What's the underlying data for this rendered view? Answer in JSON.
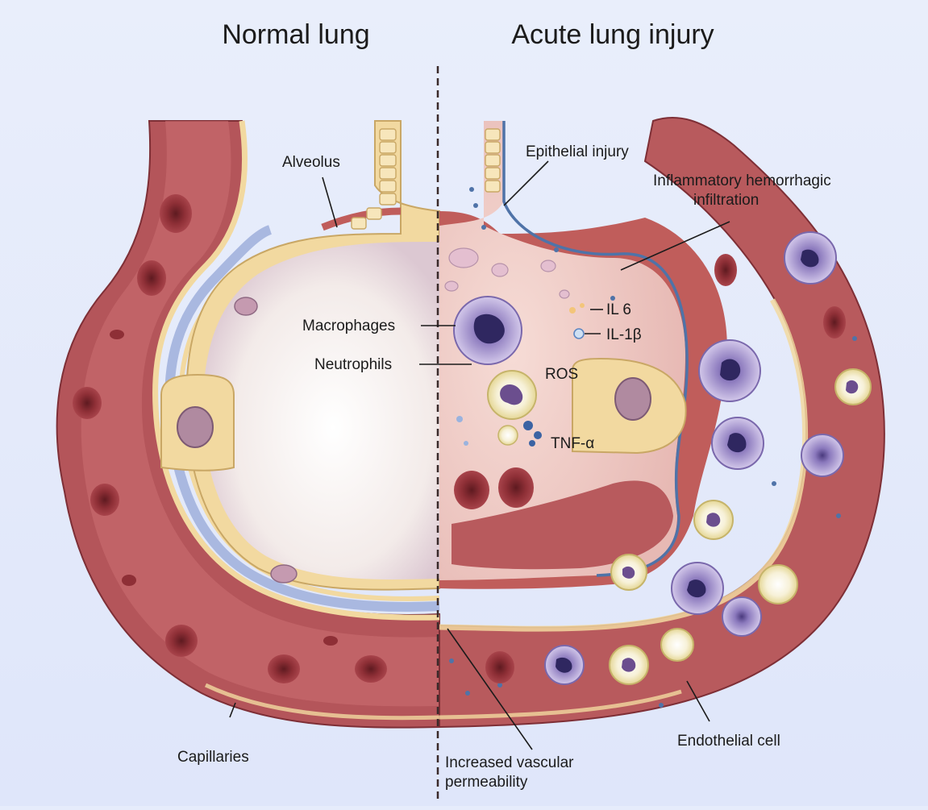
{
  "titles": {
    "left": "Normal lung",
    "right": "Acute lung injury"
  },
  "labels": {
    "alveolus": "Alveolus",
    "capillaries": "Capillaries",
    "macrophages": "Macrophages",
    "neutrophils": "Neutrophils",
    "epithelial_injury": "Epithelial injury",
    "inflammatory_line1": "Inflammatory hemorrhagic",
    "inflammatory_line2": "infiltration",
    "il6": "IL 6",
    "il1b": "IL-1β",
    "ros": "ROS",
    "tnfa": "TNF-α",
    "endothelial_cell": "Endothelial cell",
    "vascular_line1": "Increased vascular",
    "vascular_line2": "permeability"
  },
  "colors": {
    "background": "#e6ecfb",
    "vessel_wall": "#b4555a",
    "vessel_inner": "#c96d70",
    "epithelium": "#f2d9a0",
    "basement_membrane": "#a9b8e0",
    "alveolar_space_normal": "#f7efe9",
    "alveolar_space_injured": "#f0cfc8",
    "red_blood_cell": "#8e2f36",
    "macrophage": "#9a84c4",
    "neutrophil_halo": "#f0e6b8",
    "damaged_epithelium_line": "#4f73a8"
  }
}
